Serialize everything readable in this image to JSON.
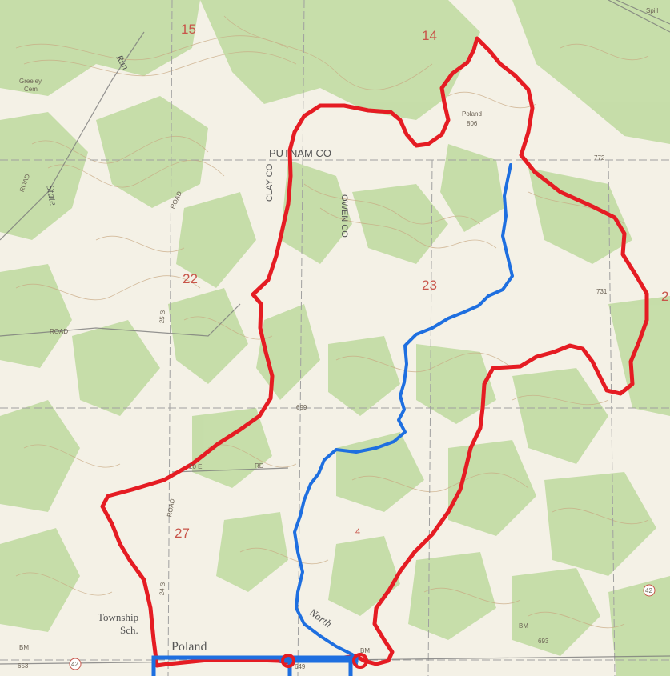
{
  "map": {
    "labels": {
      "putnam_co": "PUTNAM CO",
      "clay_co": "CLAY CO",
      "owen_co": "OWEN CO",
      "poland": "Poland",
      "township": "Township",
      "sch": "Sch.",
      "greeley": "Greeley",
      "cem": "Cem",
      "poland_small": "Poland",
      "elev_806": "806",
      "elev_772": "772",
      "elev_731": "731",
      "elev_653": "653",
      "elev_693": "693",
      "elev_699": "699",
      "elev_649": "649",
      "bm_left": "BM",
      "bm_center": "BM",
      "bm_right": "BM",
      "road_nw": "ROAD",
      "road_north": "ROAD",
      "road_mid": "ROAD",
      "road_vert": "ROAD",
      "road_20e": "20 E",
      "rd": "RD",
      "state_run": "State",
      "run": "Run",
      "north": "North",
      "spill": "Spill",
      "elev_25s": "25 S",
      "elev_24s": "24 S",
      "sec_14": "14",
      "sec_15": "15",
      "sec_22": "22",
      "sec_23": "23",
      "sec_27": "27",
      "sec_2": "2",
      "sec_4": "4",
      "route_42a": "42",
      "route_42b": "42"
    },
    "colors": {
      "boundary": "#e51c23",
      "stream": "#1e6fe0",
      "forest": "#c4dca6",
      "background": "#f4f1e6",
      "contour": "#c8a882",
      "grid": "#9a9a9a"
    }
  }
}
